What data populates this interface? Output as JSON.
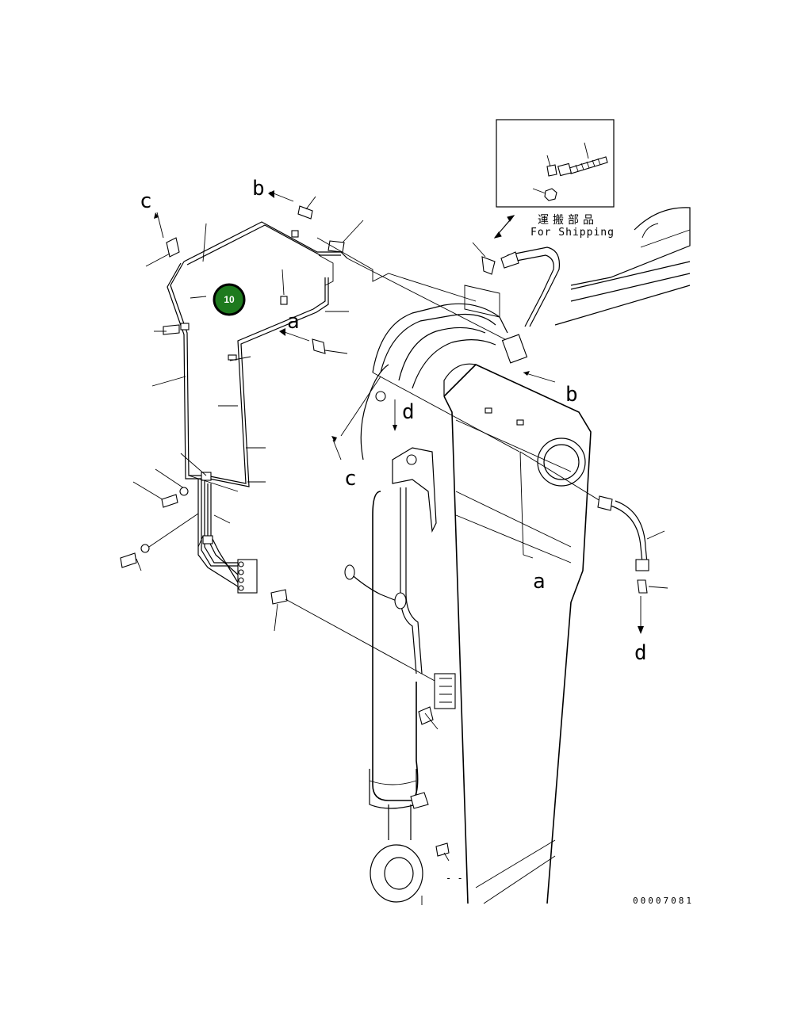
{
  "diagram": {
    "part_number": "00007081",
    "inset_label_jp": "運搬部品",
    "inset_label_en": "For Shipping",
    "callout": {
      "label": "10",
      "color": "#1e7a1e"
    },
    "ref_letters": {
      "a_top": "a",
      "a_bottom": "a",
      "b_top": "b",
      "b_right": "b",
      "c_top": "c",
      "c_mid": "c",
      "d_mid": "d",
      "d_right": "d"
    },
    "dash_mark": "- -"
  }
}
